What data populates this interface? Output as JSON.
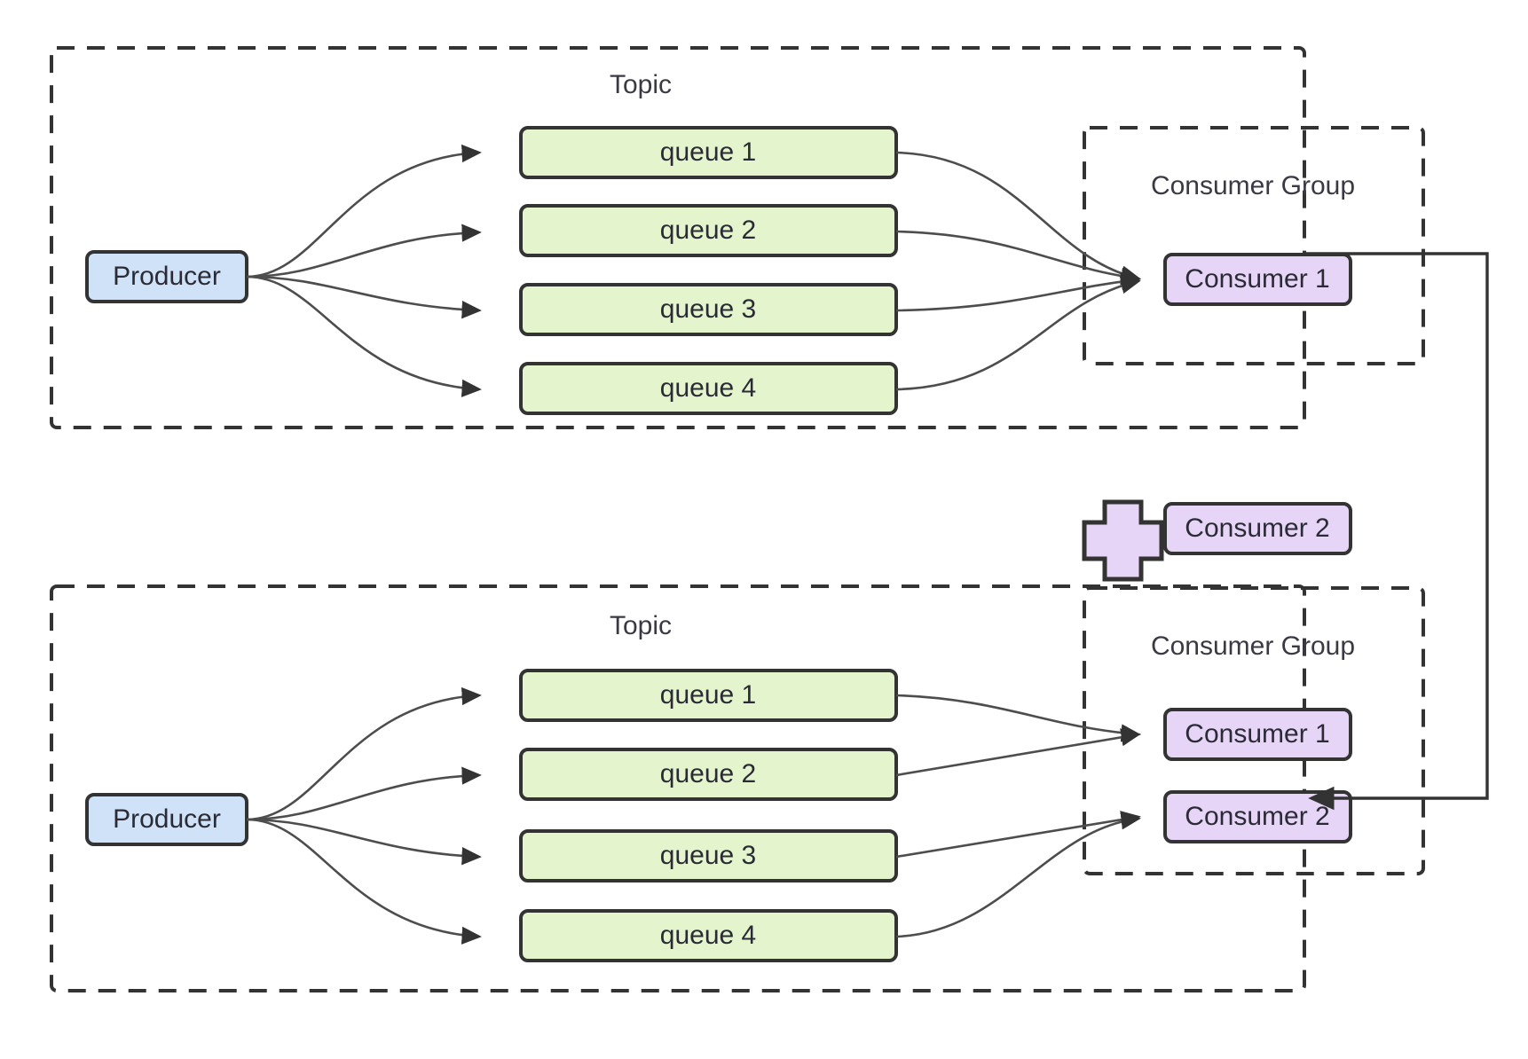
{
  "diagram": {
    "title": "Kafka topic consumer-group rebalance",
    "colors": {
      "producer_fill": "#cfe2f8",
      "queue_fill": "#e4f5cd",
      "consumer_fill": "#e6d5f7",
      "stroke": "#333333",
      "edge": "#4d4d4d",
      "background": "#ffffff"
    },
    "scenarios": [
      {
        "id": "before",
        "topic_label": "Topic",
        "producer_label": "Producer",
        "queues": [
          {
            "label": "queue 1"
          },
          {
            "label": "queue 2"
          },
          {
            "label": "queue 3"
          },
          {
            "label": "queue 4"
          }
        ],
        "consumer_group": {
          "label": "Consumer Group",
          "consumers": [
            {
              "label": "Consumer 1"
            }
          ]
        }
      },
      {
        "id": "after",
        "topic_label": "Topic",
        "producer_label": "Producer",
        "queues": [
          {
            "label": "queue 1"
          },
          {
            "label": "queue 2"
          },
          {
            "label": "queue 3"
          },
          {
            "label": "queue 4"
          }
        ],
        "consumer_group": {
          "label": "Consumer Group",
          "consumers": [
            {
              "label": "Consumer 1"
            },
            {
              "label": "Consumer 2"
            }
          ]
        }
      }
    ],
    "middle": {
      "plus_icon": "plus-icon",
      "added_consumer_label": "Consumer 2"
    }
  }
}
